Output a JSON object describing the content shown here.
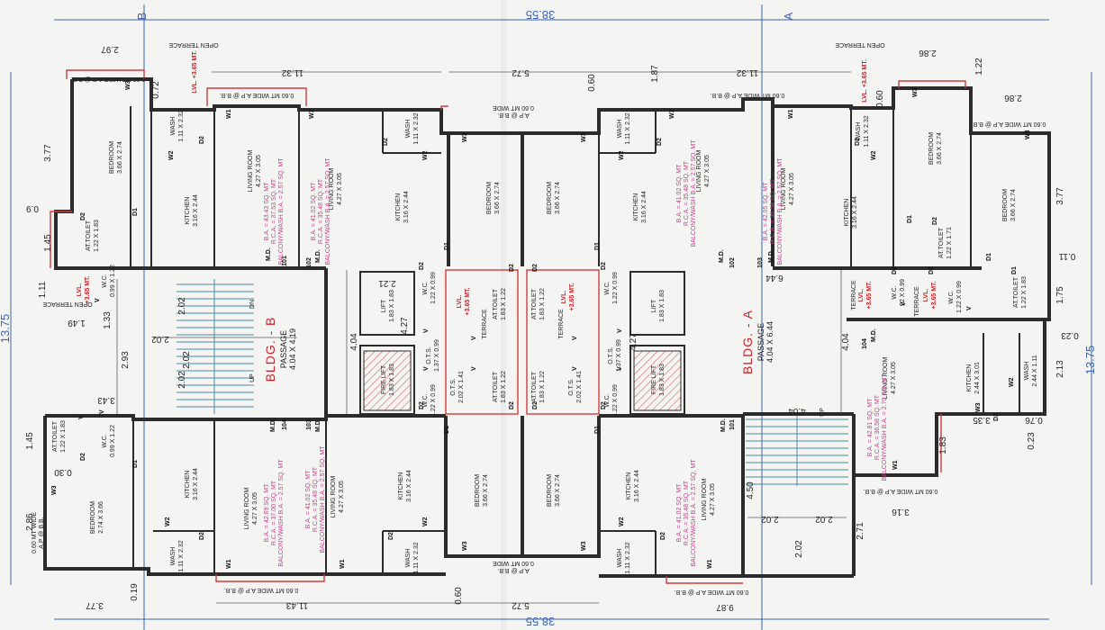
{
  "overall": {
    "width_top": "38.55",
    "width_bottom": "38.55",
    "height_left": "13.75",
    "height_right": "13.75",
    "section_a": "A",
    "section_b": "B"
  },
  "buildings": {
    "b": {
      "name": "BLDG. - B",
      "passage": "PASSAGE",
      "passage_size": "4.04 X 4.19"
    },
    "a": {
      "name": "BLDG. - A",
      "passage": "PASSAGE",
      "passage_size": "4.04 X 6.44"
    }
  },
  "rooms": {
    "bedroom_tl": {
      "name": "BEDROOM",
      "size": "3.66 X 2.74"
    },
    "kitchen_tl": {
      "name": "KITCHEN",
      "size": "3.16 X 2.44"
    },
    "living_101": {
      "name": "LIVING ROOM",
      "size": "4.27 X 3.05"
    },
    "living_102": {
      "name": "LIVING ROOM",
      "size": "4.27 X 3.05"
    },
    "kitchen_102": {
      "name": "KITCHEN",
      "size": "3.16 X 2.44"
    },
    "bedroom_102": {
      "name": "BEDROOM",
      "size": "3.66 X 2.74"
    },
    "bedroom_103": {
      "name": "BEDROOM",
      "size": "3.66 X 2.74"
    },
    "kitchen_tr1": {
      "name": "KITCHEN",
      "size": "3.16 X 2.44"
    },
    "living_tr1": {
      "name": "LIVING ROOM",
      "size": "4.27 X 3.05"
    },
    "living_tr2": {
      "name": "LIVING ROOM",
      "size": "4.27 X 3.05"
    },
    "kitchen_tr2": {
      "name": "KITCHEN",
      "size": "3.16 X 2.44"
    },
    "bedroom_tr2": {
      "name": "BEDROOM",
      "size": "3.66 X 2.74"
    },
    "bedroom_tr3": {
      "name": "BEDROOM",
      "size": "3.66 X 2.74"
    },
    "bedroom_bl": {
      "name": "BEDROOM",
      "size": "2.74 X 3.66"
    },
    "kitchen_bl": {
      "name": "KITCHEN",
      "size": "3.16 X 2.44"
    },
    "living_104": {
      "name": "LIVING ROOM",
      "size": "4.27 X 3.05"
    },
    "living_103": {
      "name": "LIVING ROOM",
      "size": "4.27 X 3.05"
    },
    "kitchen_b2": {
      "name": "KITCHEN",
      "size": "3.16 X 2.44"
    },
    "bedroom_b2": {
      "name": "BEDROOM",
      "size": "3.66 X 2.74"
    },
    "bedroom_b3": {
      "name": "BEDROOM",
      "size": "3.66 X 2.74"
    },
    "kitchen_b3": {
      "name": "KITCHEN",
      "size": "3.16 X 2.44"
    },
    "living_b3": {
      "name": "LIVING ROOM",
      "size": "4.27 X 3.05"
    },
    "living_a104": {
      "name": "LIVING ROOM",
      "size": "4.27 X 3.05"
    },
    "kitchen_a104": {
      "name": "KITCHEN",
      "size": "2.44 X 3.01"
    },
    "wash_a104": {
      "name": "WASH",
      "size": "2.44 X 1.11"
    }
  },
  "labels": {
    "open_terrace": "OPEN TERRACE",
    "lvl": "LVL. +3.65 MT.",
    "lvl_short": "LVL.",
    "lvl_val": "+3.65 MT.",
    "ap_bb": "0.60 MT WIDE A.P @ B.B.",
    "ap_bb_short": "A.P @ B.B.",
    "ap_bb_60": "0.60 MT WIDE",
    "wash": "WASH",
    "wash_size": "1.11 X 2.32",
    "at_toilet": "AT.TOILET",
    "at_toilet_size": "1.22 X 1.83",
    "at_toilet_size2": "1.22 X 1.71",
    "at_toilet_c": "1.83 X 1.22",
    "wc": "W.C.",
    "wc_size": "0.99 X 1.22",
    "wc_size2": "1.22 X 0.99",
    "wc_size3": "22 X 0.99",
    "lift": "LIFT",
    "lift_size": "1.83 X 1.83",
    "fire_lift": "FIRE LIFT",
    "ots": "O.T.S.",
    "ots_size": "1.37 X 0.99",
    "ots_size2": "2.02 X 1.41",
    "terrace": "TERRACE",
    "up": "UP",
    "dn": "DN",
    "md": "M.D.",
    "d1": "D1",
    "d2": "D2",
    "w1": "W1",
    "w2": "W2",
    "w3": "W3",
    "v": "V"
  },
  "flats": {
    "f101": {
      "no": "101",
      "ba": "B.A. = 43.43 SQ. MT",
      "rca": "R.C.A. = 37.53 SQ. MT",
      "bw": "BALCONY/WASH B.A. = 2.57 SQ. MT"
    },
    "f102": {
      "no": "102",
      "ba": "B.A. = 41.02 SQ. MT",
      "rca": "R.C.A. = 35.48 SQ. MT",
      "bw": "BALCONY/WASH B.A. = 2.57 SQ. MT"
    },
    "fa102": {
      "no": "102",
      "ba": "B.A. = 41.02 SQ. MT",
      "rca": "R.C.A. = 35.48 SQ. MT",
      "bw": "BALCONY/WASH B.A. = 2.57 SQ. MT"
    },
    "fa103": {
      "no": "103",
      "ba": "B.A. = 42.05 SQ. MT",
      "rca": "R.C.A. = 36.58 SQ. MT",
      "bw": "BALCONY/WASH B.A. = 2.57 SQ. MT"
    },
    "f104": {
      "no": "104",
      "ba": "B.A. = 42.69 SQ. MT",
      "rca": "R.C.A. = 37.00 SQ. MT",
      "bw": "BALCONY/WASH B.A. = 2.57 SQ. MT"
    },
    "f103": {
      "no": "103",
      "ba": "B.A. = 41.02 SQ. MT",
      "rca": "R.C.A. = 35.48 SQ. MT",
      "bw": "BALCONY/WASH B.A. = 2.57 SQ. MT"
    },
    "fa101": {
      "no": "101",
      "ba": "B.A. = 41.02 SQ. MT",
      "rca": "R.C.A. = 35.48 SQ. MT",
      "bw": "BALCONY/WASH B.A. = 2.57 SQ. MT"
    },
    "fa104": {
      "no": "104",
      "ba": "B.A. = 42.81 SQ. MT",
      "rca": "R.C.A. = 36.58 SQ. MT",
      "bw": "BALCONY/WASH B.A. = 2.70 SQ. MT"
    }
  },
  "dims": {
    "d297": "2.97",
    "d1132a": "11.32",
    "d572a": "5.72",
    "d060a": "0.60",
    "d187": "1.87",
    "d1132b": "11.32",
    "d286a": "2.86",
    "d122": "1.22",
    "d286b": "2.86",
    "d072": "0.72",
    "d060b": "0.60",
    "d377a": "3.77",
    "d377b": "3.77",
    "d09": "0.9",
    "d145a": "1.45",
    "d011": "0.11",
    "d111": "1.11",
    "d149": "1.49",
    "d133": "1.33",
    "d202a": "2.02",
    "d202b": "2.02",
    "d202c": "2.02",
    "d293": "2.93",
    "d343": "3.43",
    "d145b": "1.45",
    "d030": "0.30",
    "d286c": "2.86",
    "d019": "0.19",
    "d377c": "3.77",
    "d1143": "11.43",
    "d060c": "0.60",
    "d572b": "5.72",
    "d987": "9.87",
    "d221": "2.21",
    "d427a": "4.27",
    "d404a": "4.04",
    "d404b": "4.04",
    "d427b": "4.27",
    "d175": "1.75",
    "d023a": "0.23",
    "d213": "2.13",
    "d335": "3.35",
    "d076": "0.76",
    "d023b": "0.23",
    "d183": "1.83",
    "d316": "3.16",
    "d271": "2.71",
    "d450": "4.50",
    "d202d": "2.02",
    "d202e": "2.02",
    "d202f": "2.02",
    "d404c": "4.04",
    "d202g": "2.02",
    "d644": "6.44"
  }
}
